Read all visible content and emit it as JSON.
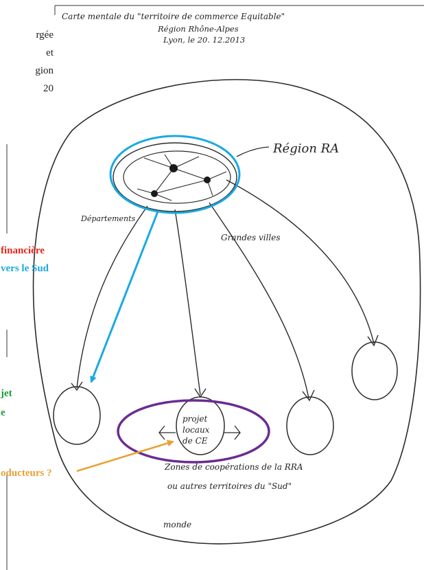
{
  "page_text": {
    "fragment_1": "rgée",
    "fragment_2": "et",
    "fragment_3": "gion",
    "fragment_4": "20"
  },
  "drawing": {
    "title_line_1": "Carte mentale du \"territoire de commerce Equitable\"",
    "title_line_2": "Région Rhône-Alpes",
    "title_line_3": "Lyon, le 20. 12.2013",
    "label_region": "Région RA",
    "label_departements": "Départements",
    "label_grandes_villes": "Grandes villes",
    "label_projet_1": "projet",
    "label_projet_2": "locaux",
    "label_projet_3": "de CE",
    "label_zones_1": "Zones de coopérations de la RRA",
    "label_zones_2": "ou autres territoires du \"Sud\"",
    "label_monde": "monde"
  },
  "callouts": {
    "red": {
      "text": "financière",
      "color": "#e0261c"
    },
    "blue": {
      "text": "vers le Sud",
      "color": "#1ba9e1"
    },
    "green_1": {
      "text": "jet",
      "color": "#1e9a3c"
    },
    "green_2": {
      "text": "e",
      "color": "#1e9a3c"
    },
    "orange": {
      "text": "oducteurs ?",
      "color": "#e8a032"
    }
  },
  "annotation_colors": {
    "blue_ellipse": "#1ba9e1",
    "purple_ellipse": "#6a2c91",
    "blue_arrow": "#1ba9e1",
    "orange_arrow": "#e8a032"
  }
}
